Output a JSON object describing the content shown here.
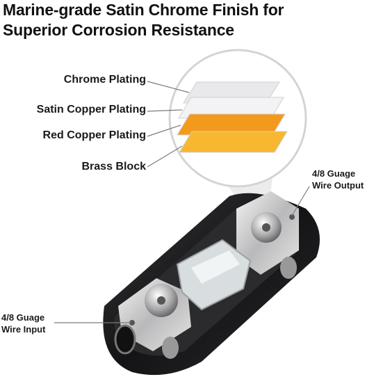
{
  "title": {
    "line1": "Marine-grade Satin Chrome Finish for",
    "line2": "Superior Corrosion Resistance"
  },
  "layers": [
    {
      "label": "Chrome Plating",
      "color": "#e9e9ec"
    },
    {
      "label": "Satin Copper Plating",
      "color": "#f3f3f5"
    },
    {
      "label": "Red Copper Plating",
      "color": "#f39a1c"
    },
    {
      "label": "Brass Block",
      "color": "#f8b730"
    }
  ],
  "callouts": {
    "output": {
      "line1": "4/8 Guage",
      "line2": "Wire Output"
    },
    "input": {
      "line1": "4/8 Guage",
      "line2": "Wire Input"
    }
  }
}
